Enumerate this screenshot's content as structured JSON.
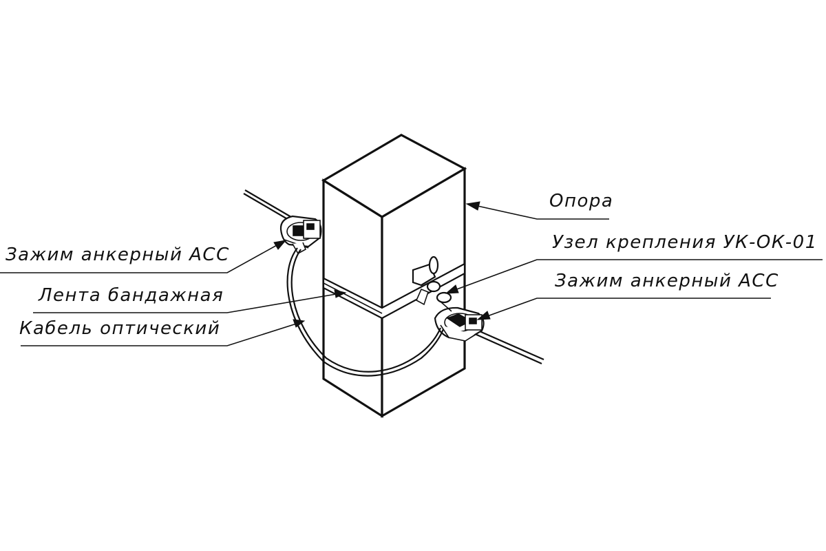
{
  "diagram": {
    "labels": {
      "pole": "Опора",
      "mount_node": "Узел крепления УК-ОК-01",
      "anchor_clamp_right": "Зажим анкерный АСС",
      "anchor_clamp_left": "Зажим анкерный АСС",
      "band_tape": "Лента бандажная",
      "optical_cable": "Кабель оптический"
    },
    "colors": {
      "line": "#111111",
      "background": "#ffffff"
    }
  }
}
